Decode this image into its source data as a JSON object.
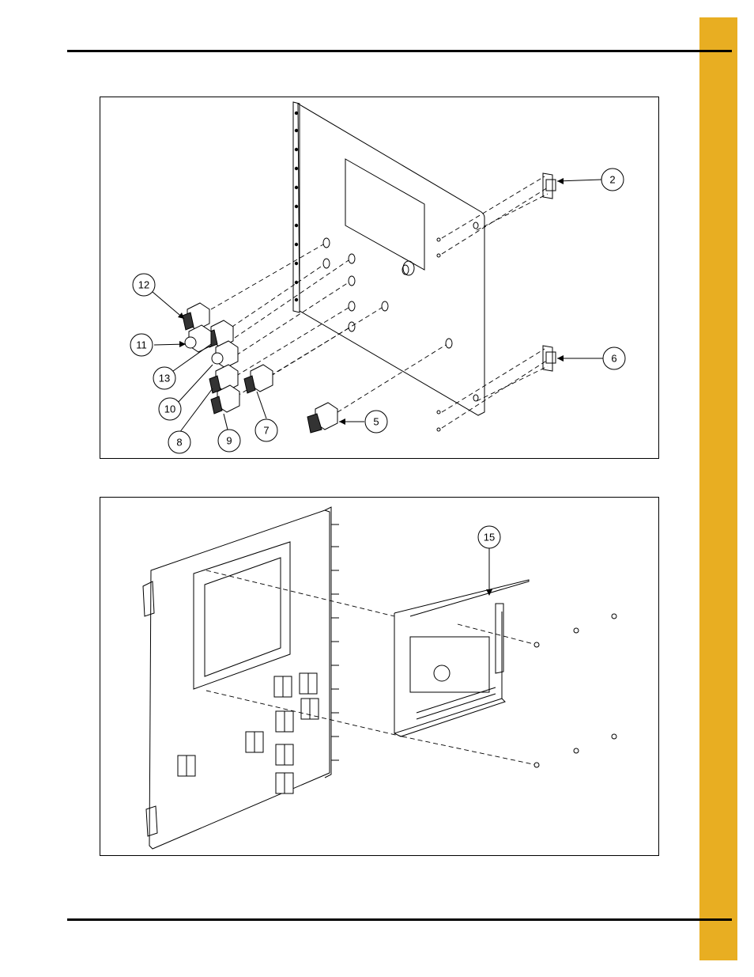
{
  "colors": {
    "tab": "#E8AE22",
    "line": "#000000"
  },
  "figure_1": {
    "callouts": [
      "2",
      "5",
      "6",
      "7",
      "8",
      "9",
      "10",
      "11",
      "12",
      "13"
    ]
  },
  "figure_2": {
    "callouts": [
      "15"
    ]
  }
}
